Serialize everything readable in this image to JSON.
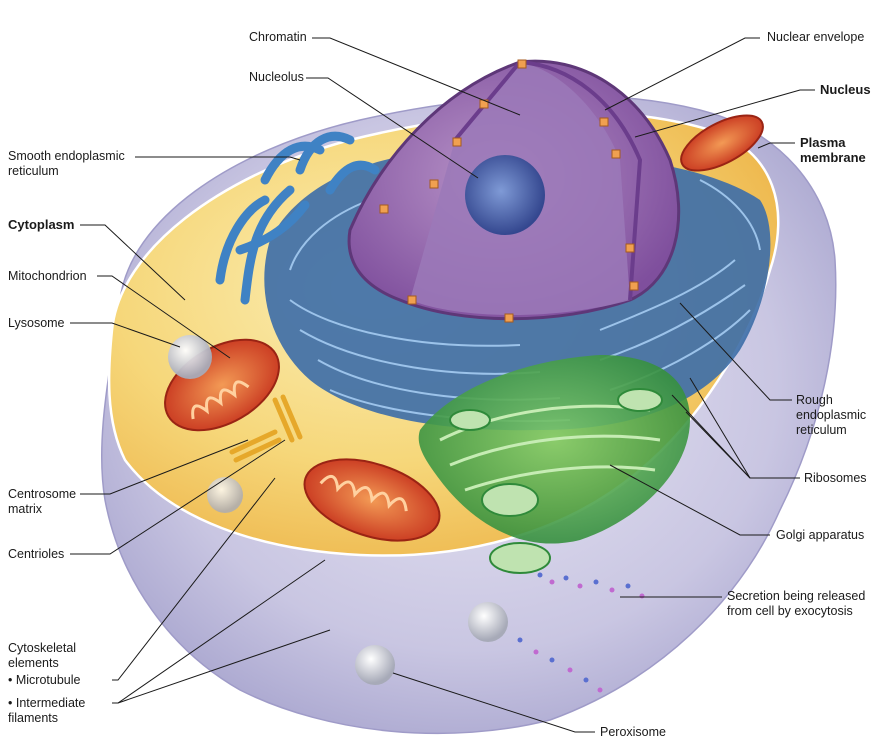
{
  "labels": {
    "chromatin": "Chromatin",
    "nucleolus": "Nucleolus",
    "smooth_er_1": "Smooth endoplasmic",
    "smooth_er_2": "reticulum",
    "cytoplasm": "Cytoplasm",
    "mitochondrion": "Mitochondrion",
    "lysosome": "Lysosome",
    "centrosome_1": "Centrosome",
    "centrosome_2": "matrix",
    "centrioles": "Centrioles",
    "cytoskeletal_1": "Cytoskeletal",
    "cytoskeletal_2": "elements",
    "microtubule": "• Microtubule",
    "intermediate_1": "• Intermediate",
    "intermediate_2": "filaments",
    "nuclear_envelope": "Nuclear envelope",
    "nucleus": "Nucleus",
    "plasma_1": "Plasma",
    "plasma_2": "membrane",
    "rough_er_1": "Rough",
    "rough_er_2": "endoplasmic",
    "rough_er_3": "reticulum",
    "ribosomes": "Ribosomes",
    "golgi": "Golgi apparatus",
    "secretion_1": "Secretion being released",
    "secretion_2": "from cell by exocytosis",
    "peroxisome": "Peroxisome"
  },
  "colors": {
    "cytoplasm": "#f6d77a",
    "nucleus": "#8e5fa8",
    "rough_er": "#3f6fa8",
    "smooth_er": "#3f82c4",
    "mitochondria": "#d8452a",
    "golgi": "#4aa34a",
    "membrane": "#b7b4d8"
  }
}
